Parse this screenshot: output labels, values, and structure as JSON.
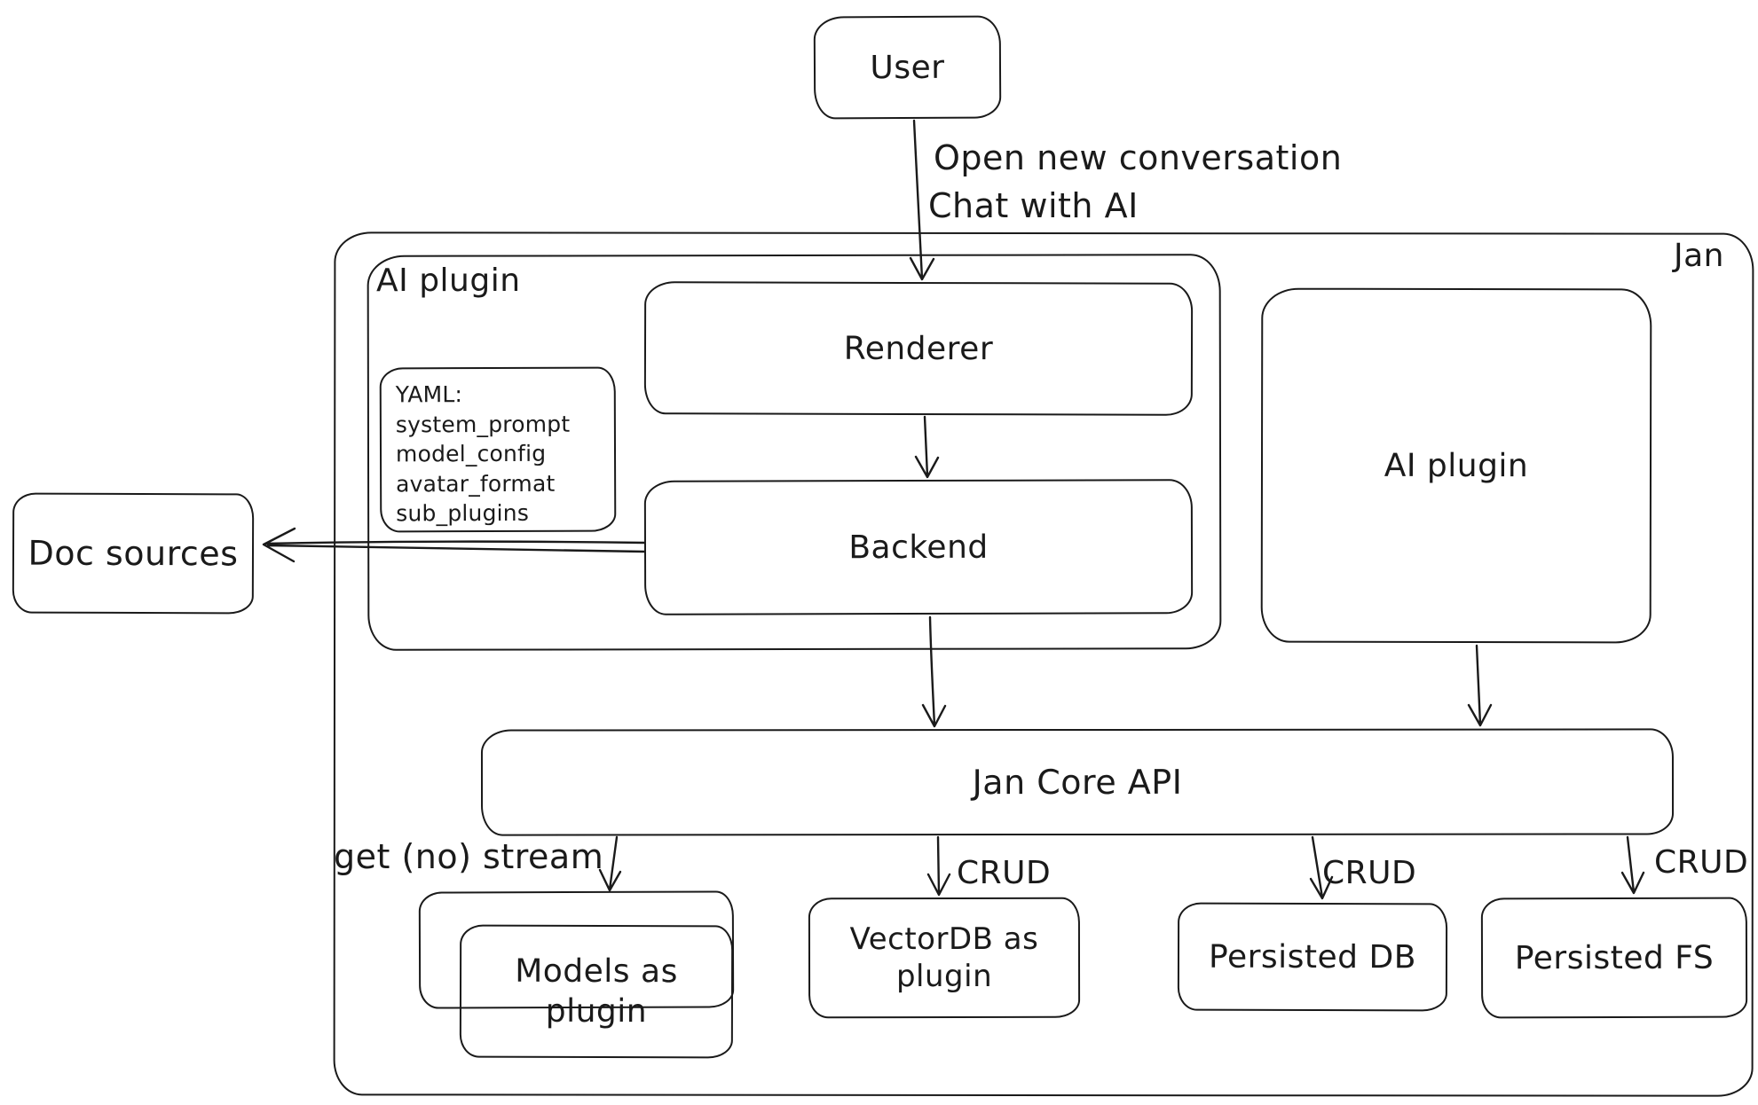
{
  "colors": {
    "ink": "#1a1a1a",
    "background": "#ffffff"
  },
  "nodes": {
    "user": {
      "label": "User"
    },
    "jan": {
      "label": "Jan"
    },
    "ai_plugin_left": {
      "label": "AI plugin"
    },
    "renderer": {
      "label": "Renderer"
    },
    "yaml_note": {
      "lines": [
        "YAML:",
        "system_prompt",
        "model_config",
        "avatar_format",
        "sub_plugins"
      ]
    },
    "backend": {
      "label": "Backend"
    },
    "doc_sources": {
      "label": "Doc sources"
    },
    "ai_plugin_right": {
      "label": "AI plugin"
    },
    "jan_core_api": {
      "label": "Jan Core API"
    },
    "models_as_plugin": {
      "label": "Models as plugin"
    },
    "vectordb": {
      "label": "VectorDB as plugin"
    },
    "persisted_db": {
      "label": "Persisted DB"
    },
    "persisted_fs": {
      "label": "Persisted FS"
    }
  },
  "edges": {
    "user_to_renderer": {
      "label_line1": "Open new conversation",
      "label_line2": "Chat with AI"
    },
    "core_to_models": {
      "label": "get (no) stream"
    },
    "core_to_vectordb": {
      "label": "CRUD"
    },
    "core_to_persisted_db": {
      "label": "CRUD"
    },
    "core_to_persisted_fs": {
      "label": "CRUD"
    }
  }
}
